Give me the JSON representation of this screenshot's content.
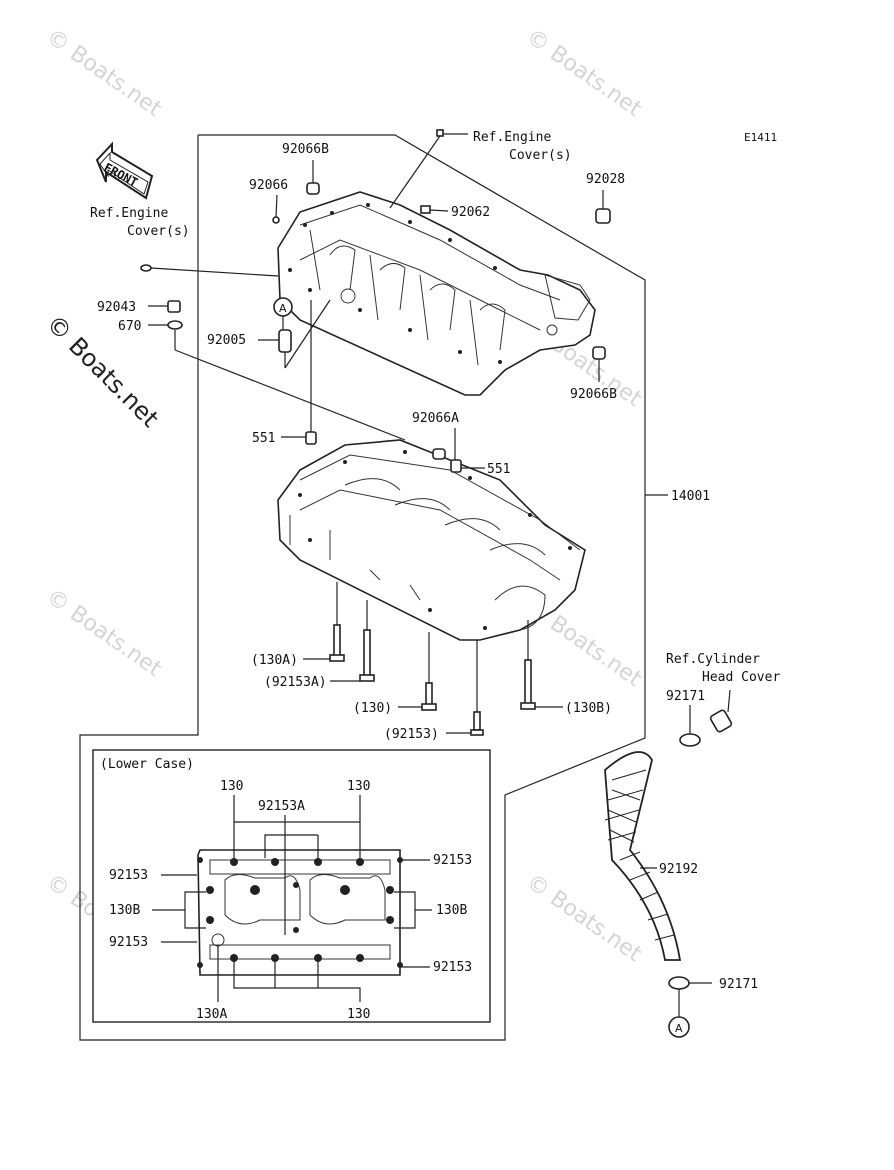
{
  "diagram_code": "E1411",
  "watermark": "© Boats.net",
  "front_label": "FRONT",
  "callout_a": "A",
  "lower_case_title": "(Lower Case)",
  "labels": {
    "ref_engine_cover_top_1": "Ref.Engine",
    "ref_engine_cover_top_2": "Cover(s)",
    "ref_engine_cover_left_1": "Ref.Engine",
    "ref_engine_cover_left_2": "Cover(s)",
    "p92066B_top": "92066B",
    "p92066": "92066",
    "p92062": "92062",
    "p92028": "92028",
    "p92043": "92043",
    "p670": "670",
    "p92005": "92005",
    "p92066B_right": "92066B",
    "p551_left": "551",
    "p92066A": "92066A",
    "p551_right": "551",
    "p14001": "14001",
    "p130A": "(130A)",
    "p92153A": "(92153A)",
    "p130": "(130)",
    "p130B": "(130B)",
    "p92153": "(92153)",
    "ref_cyl_1": "Ref.Cylinder",
    "ref_cyl_2": "Head Cover",
    "p92171_top": "92171",
    "p92192": "92192",
    "p92171_bottom": "92171",
    "lc_130_tl": "130",
    "lc_130_tr": "130",
    "lc_92153A": "92153A",
    "lc_92153_l1": "92153",
    "lc_130B_l": "130B",
    "lc_92153_l2": "92153",
    "lc_92153_r1": "92153",
    "lc_130B_r": "130B",
    "lc_92153_r2": "92153",
    "lc_130A": "130A",
    "lc_130_b": "130"
  }
}
